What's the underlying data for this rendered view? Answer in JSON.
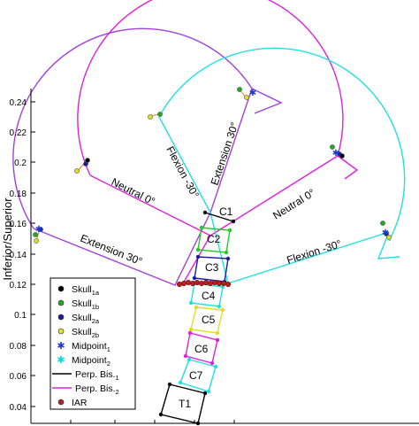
{
  "y_axis": {
    "label": "Inferior/Superior",
    "ticks": [
      "0.24",
      "0.22",
      "0.2",
      "0.18",
      "0.16",
      "0.14",
      "0.12",
      "0.1",
      "0.08",
      "0.06",
      "0.04"
    ]
  },
  "vertebrae": [
    "C1",
    "C2",
    "C3",
    "C4",
    "C5",
    "C6",
    "C7",
    "T1"
  ],
  "motion_labels": {
    "extension_left": "Extension 30°",
    "neutral_left": "Neutral 0°",
    "flexion_upper": "Flexion -30°",
    "extension_upper": "Extension 30°",
    "neutral_right": "Neutral 0°",
    "flexion_right": "Flexion -30°"
  },
  "legend": {
    "items": [
      {
        "name": "Skull",
        "sub": "1a",
        "color": "#000000",
        "marker": "dot"
      },
      {
        "name": "Skull",
        "sub": "1b",
        "color": "#22aa22",
        "marker": "dot"
      },
      {
        "name": "Skull",
        "sub": "2a",
        "color": "#1a1aa0",
        "marker": "dot"
      },
      {
        "name": "Skull",
        "sub": "2b",
        "color": "#e0e020",
        "marker": "dot"
      },
      {
        "name": "Midpoint",
        "sub": "1",
        "color": "#1a3ad8",
        "marker": "star"
      },
      {
        "name": "Midpoint",
        "sub": "2",
        "color": "#00e0e8",
        "marker": "star"
      },
      {
        "name": "Perp. Bis.",
        "sub": "1",
        "color": "#000000",
        "marker": "line"
      },
      {
        "name": "Perp. Bis.",
        "sub": "2",
        "color": "#e020e0",
        "marker": "line"
      },
      {
        "name": "IAR",
        "sub": "",
        "color": "#b22222",
        "marker": "dot"
      }
    ]
  },
  "colors": {
    "purple": "#a040e0",
    "magenta": "#e020e0",
    "cyan": "#20e0e0",
    "iar": "#b22222"
  }
}
